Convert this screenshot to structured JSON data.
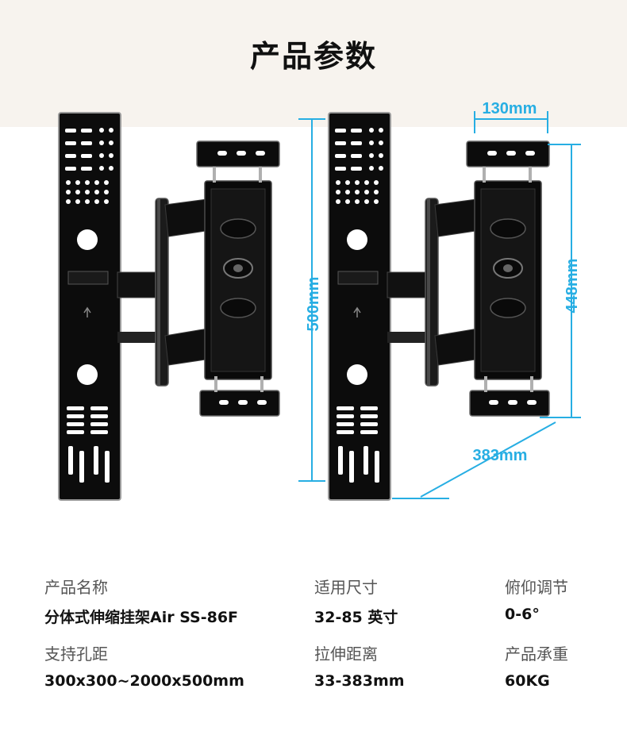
{
  "header": {
    "title": "产品参数"
  },
  "dimensions": {
    "width_top": "130mm",
    "height_total": "500mm",
    "height_frame": "448mm",
    "depth": "383mm"
  },
  "specs": [
    {
      "label": "产品名称",
      "value": "分体式伸缩挂架Air SS-86F"
    },
    {
      "label": "适用尺寸",
      "value": "32-85 英寸"
    },
    {
      "label": "俯仰调节",
      "value": "0-6°"
    },
    {
      "label": "支持孔距",
      "value": "300x300~2000x500mm"
    },
    {
      "label": "拉伸距离",
      "value": "33-383mm"
    },
    {
      "label": "产品承重",
      "value": "60KG"
    }
  ],
  "colors": {
    "accent": "#27aee3",
    "band": "#f7f3ee",
    "metal": "#0c0c0c"
  }
}
